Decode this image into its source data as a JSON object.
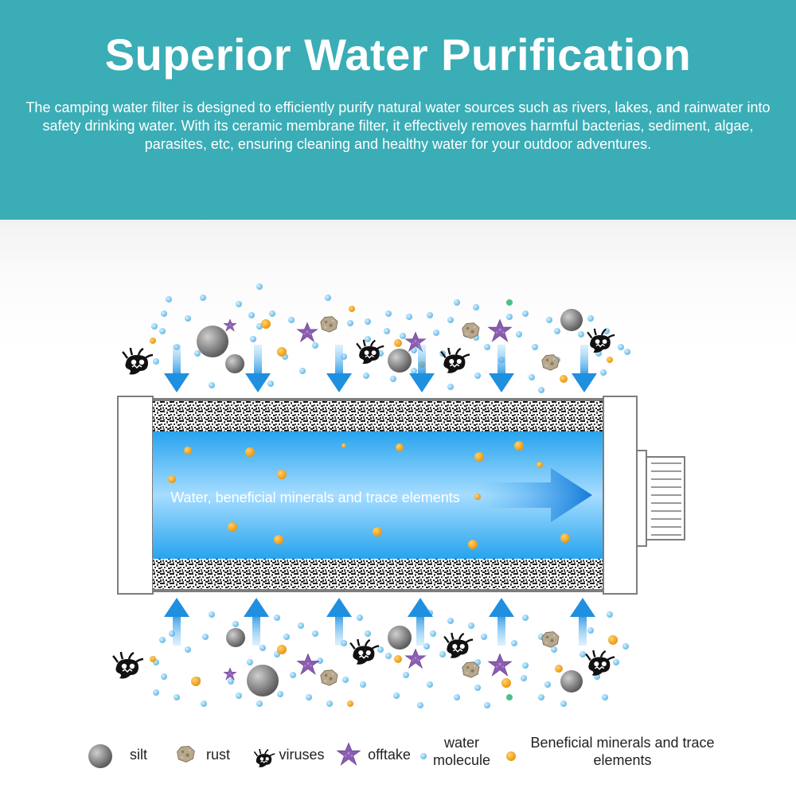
{
  "header": {
    "title": "Superior Water Purification",
    "description": "The camping water filter is designed to efficiently purify natural water sources such as rivers, lakes, and rainwater into safety drinking water.  With its ceramic membrane filter, it effectively removes harmful bacterias, sediment, algae, parasites, etc, ensuring cleaning and healthy water for your outdoor adventures."
  },
  "diagram": {
    "flow_label": "Water, beneficial minerals and trace elements"
  },
  "legend": {
    "silt": "silt",
    "rust": "rust",
    "viruses": "viruses",
    "offtake": "offtake",
    "water_molecule": "water molecule",
    "minerals": "Beneficial minerals and trace elements"
  },
  "colors": {
    "header_bg": "#3aadb6",
    "water_blue": "#4fb5ee",
    "arrow_blue": "#1f8fe0",
    "mineral_orange": "#f5a623",
    "water_molecule": "#7cc8ec",
    "offtake_purple": "#8a5db0",
    "silt_gray": "#808080"
  }
}
